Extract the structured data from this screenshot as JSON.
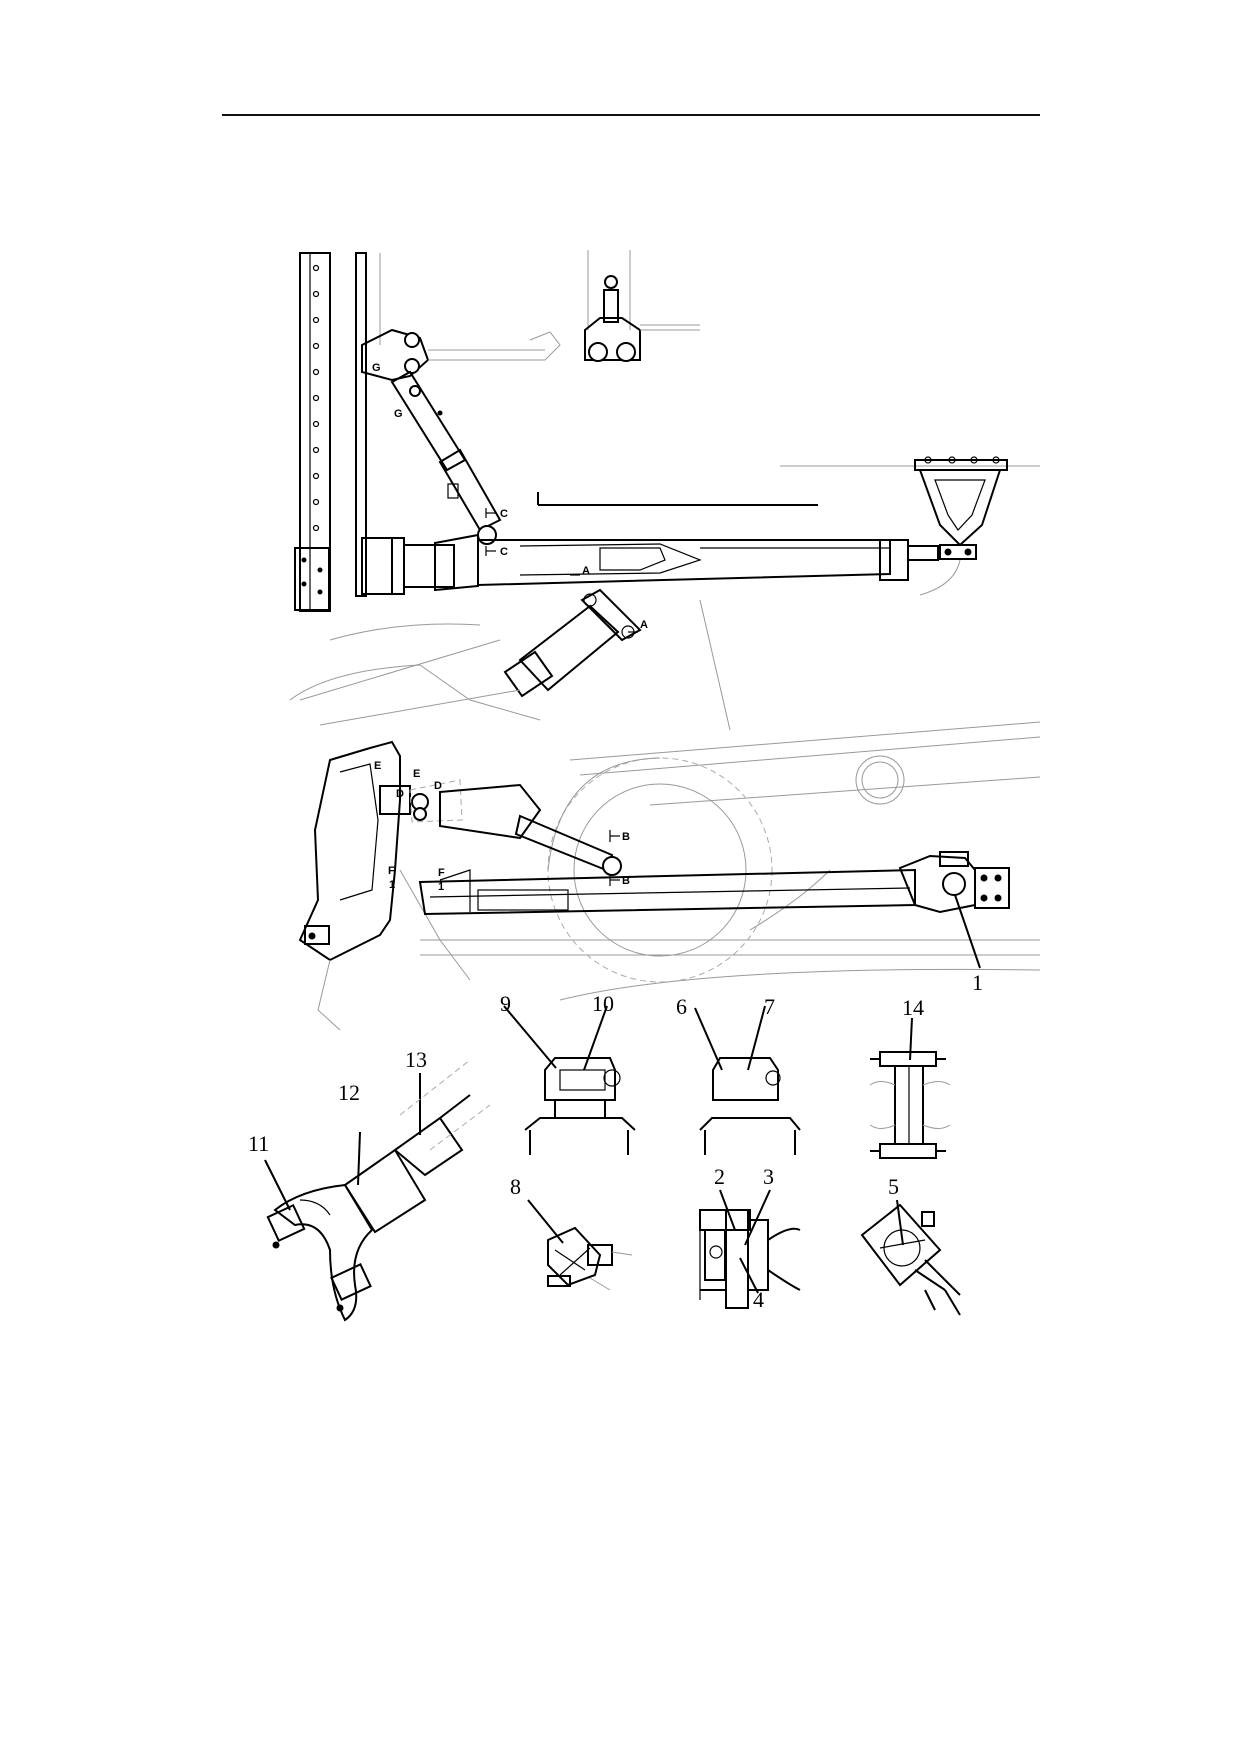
{
  "figure": {
    "section_letters": [
      "G",
      "G",
      "C",
      "C",
      "A",
      "A",
      "E",
      "E",
      "D",
      "D",
      "B",
      "B",
      "F",
      "F",
      "1",
      "1"
    ],
    "callouts": [
      "1",
      "2",
      "3",
      "4",
      "5",
      "6",
      "7",
      "8",
      "9",
      "10",
      "11",
      "12",
      "13",
      "14"
    ]
  }
}
